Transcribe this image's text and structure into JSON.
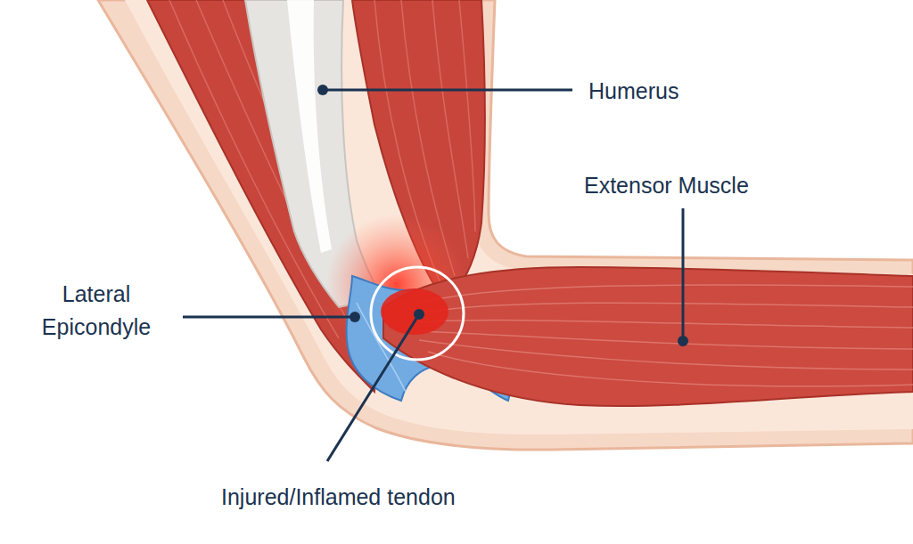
{
  "diagram": {
    "labels": [
      "Humerus",
      "Extensor Muscle",
      "Lateral Epicondyle",
      "Injured/Inflamed tendon"
    ]
  }
}
